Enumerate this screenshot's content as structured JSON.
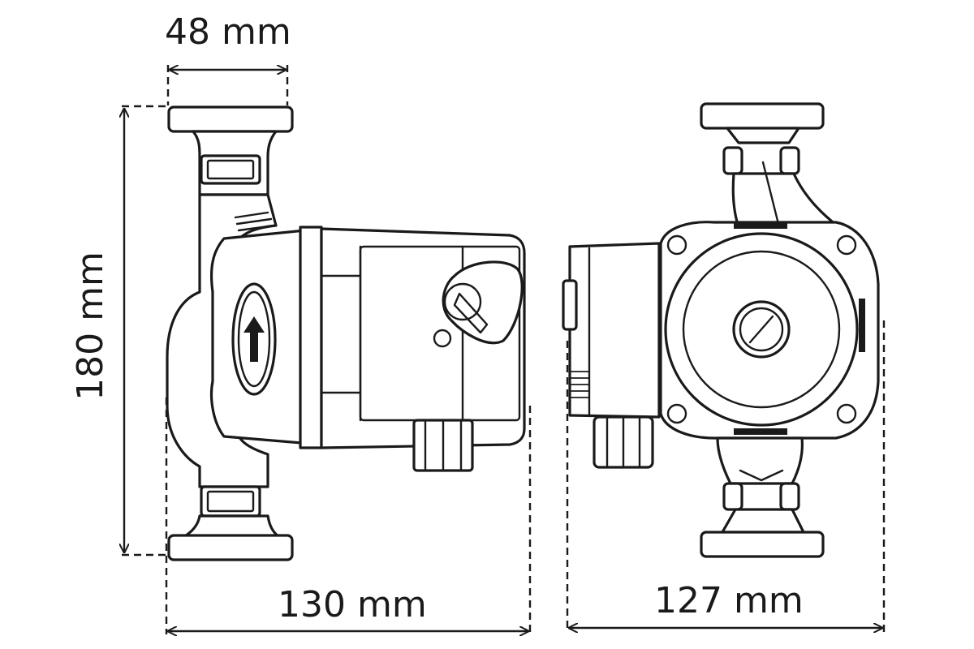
{
  "dimensions": {
    "flange_width": "48 mm",
    "height": "180 mm",
    "side_length": "130 mm",
    "front_width": "127 mm"
  },
  "colors": {
    "line": "#1a1a1a",
    "background": "#ffffff"
  }
}
